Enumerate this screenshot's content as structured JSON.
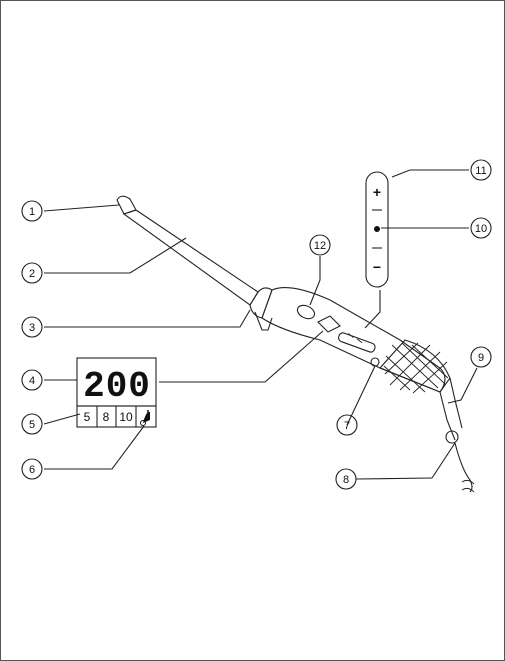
{
  "callouts": [
    {
      "num": "1"
    },
    {
      "num": "2"
    },
    {
      "num": "3"
    },
    {
      "num": "4"
    },
    {
      "num": "5"
    },
    {
      "num": "6"
    },
    {
      "num": "7"
    },
    {
      "num": "8"
    },
    {
      "num": "9"
    },
    {
      "num": "10"
    },
    {
      "num": "11"
    },
    {
      "num": "12"
    }
  ],
  "display": {
    "temperature": "200",
    "timer_options": [
      "5",
      "8",
      "10"
    ]
  },
  "control_strip": {
    "plus": "+",
    "minus": "−"
  }
}
